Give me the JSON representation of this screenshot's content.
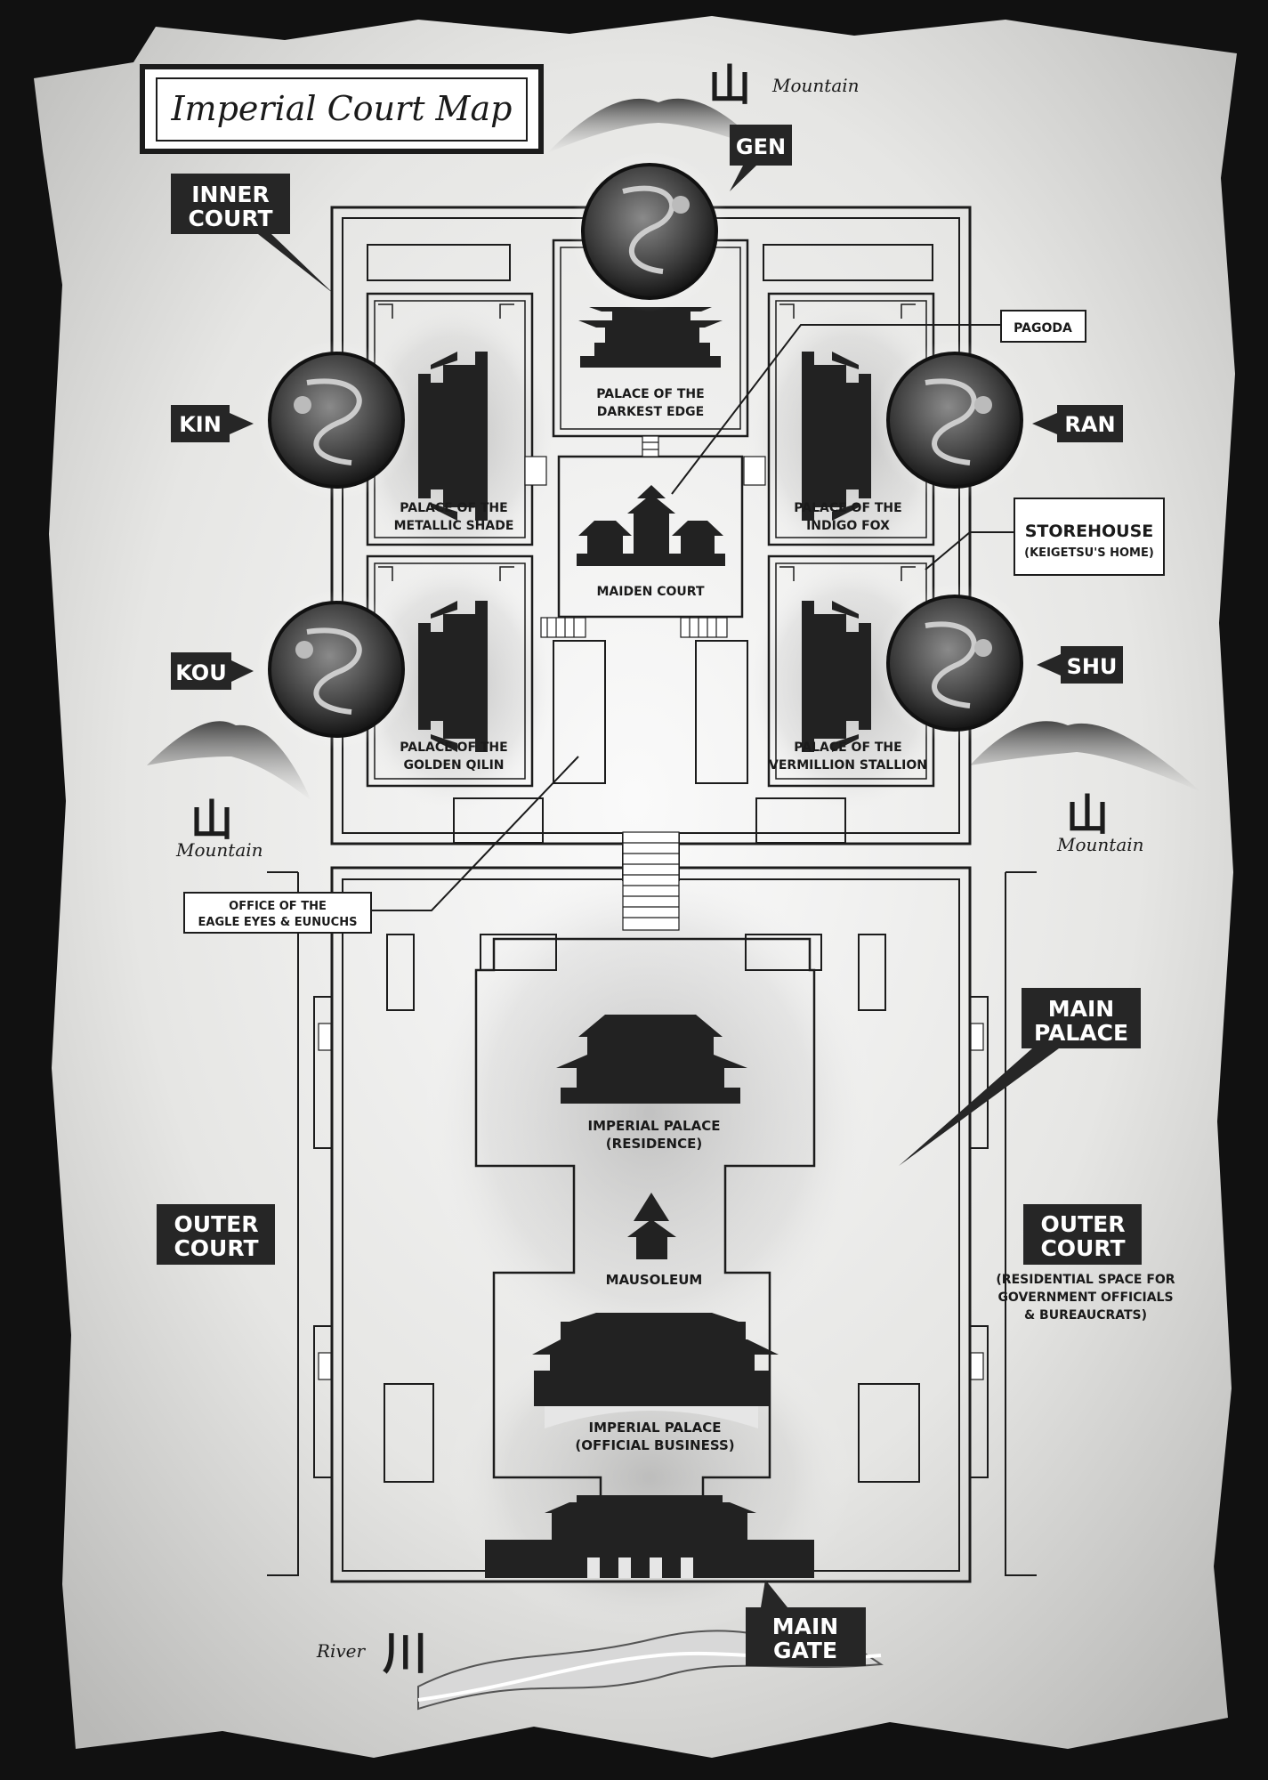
{
  "title": "Imperial Court Map",
  "symbols": {
    "mountain_glyph": "山",
    "mountain_label": "Mountain",
    "river_glyph": "川",
    "river_label": "River"
  },
  "inner_court": {
    "label_line1": "INNER",
    "label_line2": "COURT",
    "palaces": {
      "darkest_edge": {
        "line1": "PALACE OF THE",
        "line2": "DARKEST EDGE"
      },
      "metallic_shade": {
        "line1": "PALACE OF THE",
        "line2": "METALLIC SHADE"
      },
      "indigo_fox": {
        "line1": "PALACE OF THE",
        "line2": "INDIGO FOX"
      },
      "golden_qilin": {
        "line1": "PALACE OF THE",
        "line2": "GOLDEN QILIN"
      },
      "vermillion_stallion": {
        "line1": "PALACE OF THE",
        "line2": "VERMILLION STALLION"
      }
    },
    "maiden_court": "MAIDEN COURT",
    "pagoda": "PAGODA",
    "storehouse_line1": "STOREHOUSE",
    "storehouse_line2": "(KEIGETSU'S HOME)",
    "office_line1": "OFFICE OF THE",
    "office_line2": "EAGLE EYES & EUNUCHS"
  },
  "clans": {
    "gen": "GEN",
    "kin": "KIN",
    "ran": "RAN",
    "kou": "KOU",
    "shu": "SHU"
  },
  "main_palace": {
    "label_line1": "MAIN",
    "label_line2": "PALACE",
    "residence_line1": "IMPERIAL PALACE",
    "residence_line2": "(RESIDENCE)",
    "mausoleum": "MAUSOLEUM",
    "official_line1": "IMPERIAL PALACE",
    "official_line2": "(OFFICIAL BUSINESS)"
  },
  "outer_court": {
    "label_line1": "OUTER",
    "label_line2": "COURT",
    "note_line1": "(RESIDENTIAL SPACE FOR",
    "note_line2": "GOVERNMENT OFFICIALS",
    "note_line3": "& BUREAUCRATS)"
  },
  "main_gate": {
    "label_line1": "MAIN",
    "label_line2": "GATE"
  },
  "colors": {
    "frame": "#111111",
    "paper": "#e4e4e2",
    "ink": "#1c1c1c",
    "label_box": "#262626",
    "label_text": "#ffffff"
  }
}
